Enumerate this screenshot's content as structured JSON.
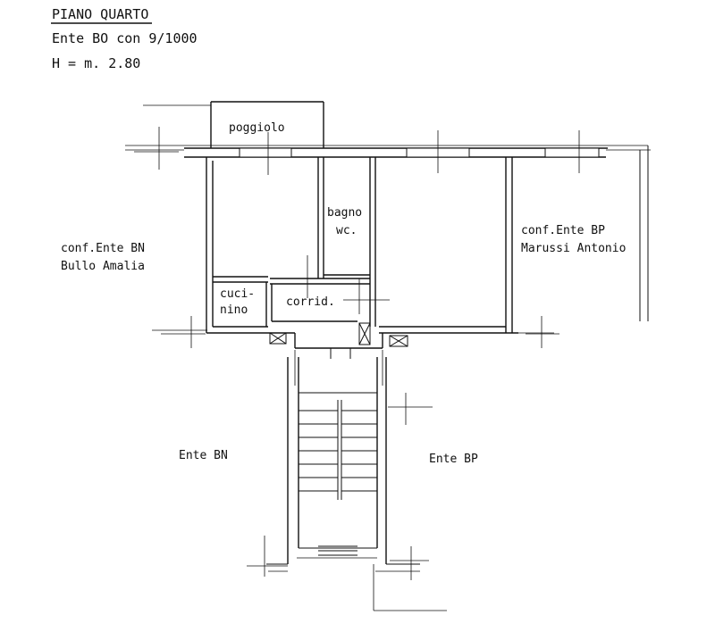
{
  "header": {
    "title": "PIANO QUARTO",
    "ente": "Ente  BO  con  9/1000",
    "height": "H = m. 2.80"
  },
  "labels": {
    "balcony": "poggiolo",
    "bath_line1": "bagno",
    "bath_line2": "wc.",
    "kitchen_line1": "cuci-",
    "kitchen_line2": "nino",
    "corridor": "corrid.",
    "left_conf_line1": "conf.Ente BN",
    "left_conf_line2": "Bullo Amalia",
    "right_conf_line1": "conf.Ente BP",
    "right_conf_line2": "Marussi Antonio",
    "ente_bn": "Ente  BN",
    "ente_bp": "Ente  BP"
  },
  "colors": {
    "ink": "#111111",
    "paper": "#ffffff"
  }
}
